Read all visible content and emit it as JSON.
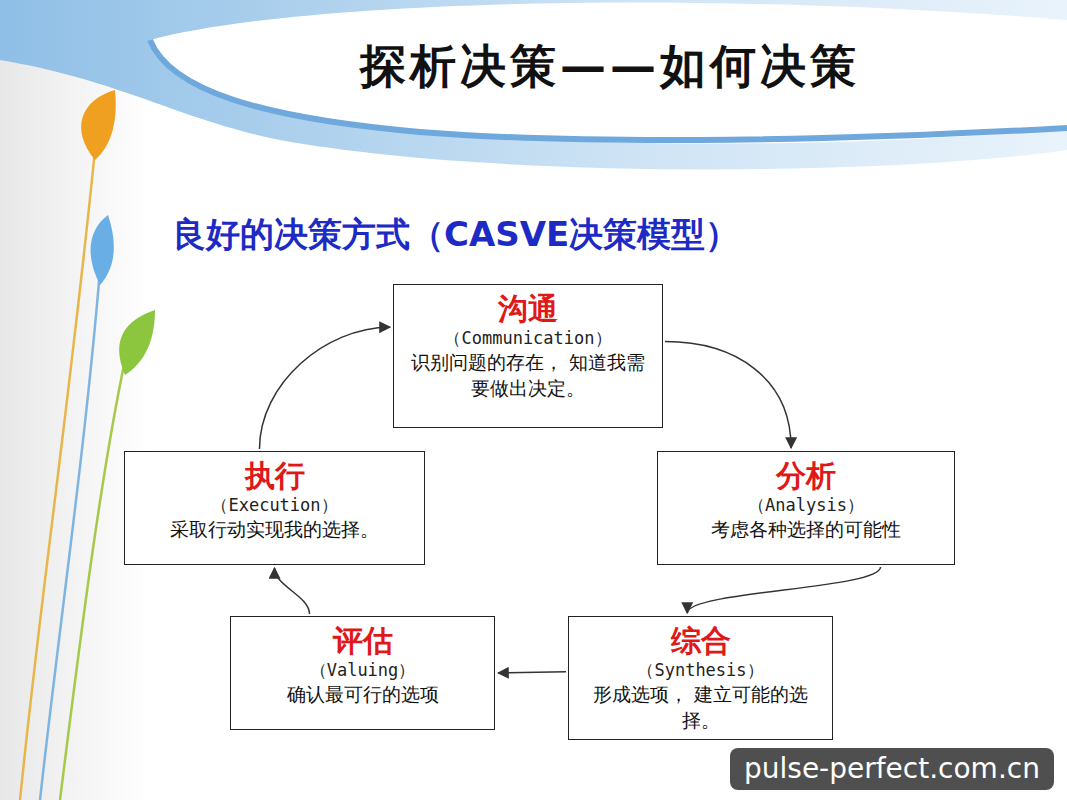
{
  "diagram": {
    "title": "探析决策——如何决策",
    "nodes": [
      {
        "text": [
          "沟通",
          "（Communication）",
          "识别问题的存在， 知道我需要做出决定。"
        ]
      },
      {
        "text": [
          "分析",
          "（Analysis）",
          "考虑各种选择的可能性"
        ]
      },
      {
        "text": [
          "综合",
          "（Synthesis）",
          "形成选项， 建立可能的选择。"
        ]
      },
      {
        "text": [
          "评估",
          "（Valuing）",
          "确认最可行的选项"
        ]
      },
      {
        "text": [
          "执行",
          "（Execution）",
          "采取行动实现我的选择。"
        ]
      }
    ],
    "edges": [
      {
        "from": 0,
        "to": 1,
        "arrow": "to"
      },
      {
        "from": 1,
        "to": 2,
        "arrow": "to"
      },
      {
        "from": 2,
        "to": 3,
        "arrow": "to"
      },
      {
        "from": 3,
        "to": 4,
        "arrow": "to"
      },
      {
        "from": 4,
        "to": 0,
        "arrow": "to"
      }
    ],
    "labels": [
      "良好的决策方式（CASVE决策模型）",
      "pulse-perfect.com.cn"
    ]
  }
}
